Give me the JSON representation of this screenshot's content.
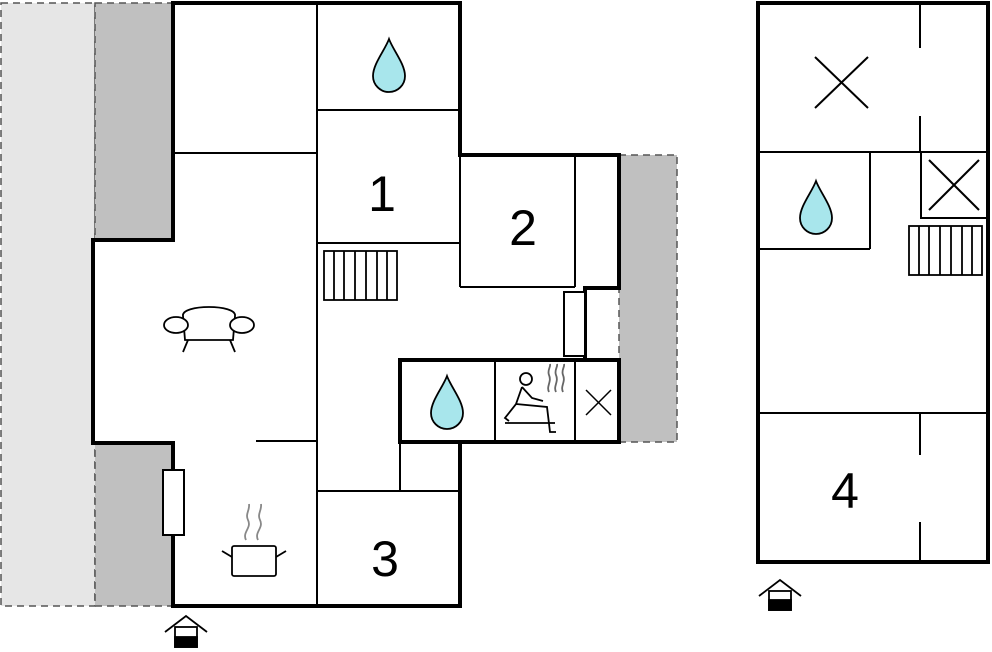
{
  "room_labels": {
    "r1": "1",
    "r2": "2",
    "r3": "3",
    "r4": "4"
  },
  "icons": {
    "bathroom": "water-drop-icon",
    "living": "sofa-icon",
    "kitchen": "cooking-pot-icon",
    "sauna": "sauna-icon",
    "entrance": "entrance-icon",
    "staircase": "staircase-icon",
    "void": "cross-icon"
  },
  "colors": {
    "wall": "#000000",
    "terrace_light": "#e6e6e6",
    "terrace_dark": "#c0c0c0",
    "water": "#a8e6ec"
  }
}
